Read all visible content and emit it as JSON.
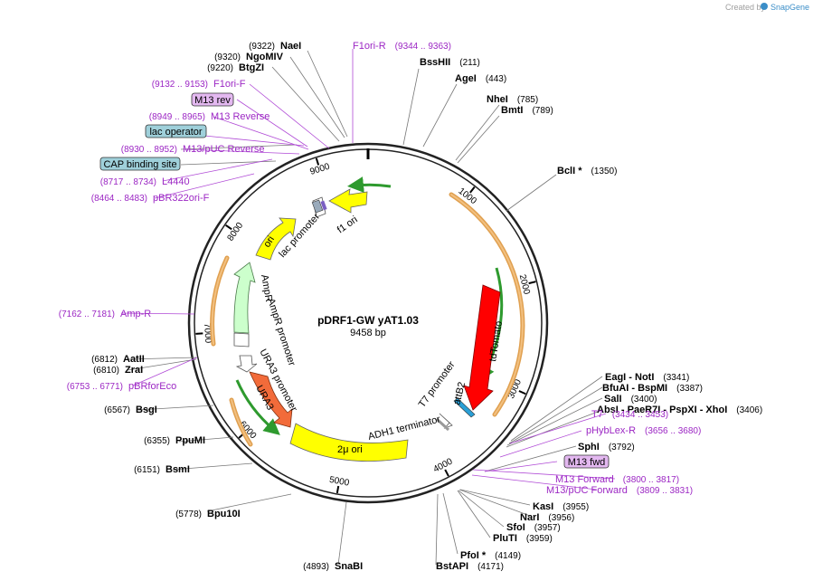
{
  "header": {
    "created_by": "Created by",
    "brand": "SnapGene",
    "brand_icon": "snapgene-icon"
  },
  "plasmid": {
    "name": "pDRF1-GW yAT1.03",
    "length_label": "9458 bp",
    "length": 9458
  },
  "ticks": [
    {
      "pos": 1000,
      "label": "1000"
    },
    {
      "pos": 2000,
      "label": "2000"
    },
    {
      "pos": 3000,
      "label": "3000"
    },
    {
      "pos": 4000,
      "label": "4000"
    },
    {
      "pos": 5000,
      "label": "5000"
    },
    {
      "pos": 6000,
      "label": "6000"
    },
    {
      "pos": 7000,
      "label": "7000"
    },
    {
      "pos": 8000,
      "label": "8000"
    },
    {
      "pos": 9000,
      "label": "9000"
    }
  ],
  "features": [
    {
      "name": "tdTomato",
      "label": "tdTomato",
      "color": "#ff0000"
    },
    {
      "name": "attB2",
      "label": "attB2",
      "color": "#2a9fd6"
    },
    {
      "name": "T7 promoter",
      "label": "T7 promoter",
      "color": "#ffffff"
    },
    {
      "name": "ADH1 terminator",
      "label": "ADH1 terminator",
      "color": "#999999"
    },
    {
      "name": "2μ ori",
      "label": "2μ ori",
      "color": "#ffff00"
    },
    {
      "name": "URA3",
      "label": "URA3",
      "color": "#f26b3a"
    },
    {
      "name": "URA3 promoter",
      "label": "URA3 promoter",
      "color": "#ffffff"
    },
    {
      "name": "AmpR promoter",
      "label": "AmpR promoter",
      "color": "#ffffff"
    },
    {
      "name": "AmpR",
      "label": "AmpR",
      "color": "#ccffcc"
    },
    {
      "name": "ori",
      "label": "ori",
      "color": "#ffff00"
    },
    {
      "name": "lac promoter",
      "label": "lac promoter",
      "color": "#ffffff"
    },
    {
      "name": "f1 ori",
      "label": "f1 ori",
      "color": "#ffff00"
    }
  ],
  "labels": [
    {
      "key": "NaeI",
      "name": "NaeI",
      "pos": "(9322)",
      "type": "enzyme",
      "anchor": 9322
    },
    {
      "key": "NgoMIV",
      "name": "NgoMIV",
      "pos": "(9320)",
      "type": "enzyme",
      "anchor": 9320
    },
    {
      "key": "BtgZI",
      "name": "BtgZI",
      "pos": "(9220)",
      "type": "enzyme",
      "anchor": 9220
    },
    {
      "key": "F1ori-R",
      "name": "F1ori-R",
      "pos": "(9344 .. 9363)",
      "type": "primer",
      "anchor": 9350
    },
    {
      "key": "BssHII",
      "name": "BssHII",
      "pos": "(211)",
      "type": "enzyme",
      "anchor": 211
    },
    {
      "key": "AgeI",
      "name": "AgeI",
      "pos": "(443)",
      "type": "enzyme",
      "anchor": 443
    },
    {
      "key": "NheI",
      "name": "NheI",
      "pos": "(785)",
      "type": "enzyme",
      "anchor": 785
    },
    {
      "key": "BmtI",
      "name": "BmtI",
      "pos": "(789)",
      "type": "enzyme",
      "anchor": 789
    },
    {
      "key": "BclI",
      "name": "BclI *",
      "pos": "(1350)",
      "type": "enzyme",
      "anchor": 1350
    },
    {
      "key": "F1ori-F",
      "name": "F1ori-F",
      "pos": "(9132 .. 9153)",
      "type": "primer",
      "anchor": 9140
    },
    {
      "key": "M13rev",
      "name": "M13 rev",
      "pos": "",
      "type": "primer-box",
      "anchor": 9040
    },
    {
      "key": "M13Reverse",
      "name": "M13 Reverse",
      "pos": "(8949 .. 8965)",
      "type": "primer",
      "anchor": 8957
    },
    {
      "key": "lacoperator",
      "name": "lac operator",
      "pos": "",
      "type": "feature-box",
      "anchor": 8990
    },
    {
      "key": "M13pUCReverse",
      "name": "M13/pUC Reverse",
      "pos": "(8930 .. 8952)",
      "type": "primer",
      "anchor": 8941
    },
    {
      "key": "CAP",
      "name": "CAP binding site",
      "pos": "",
      "type": "feature-box",
      "anchor": 8880
    },
    {
      "key": "L4440",
      "name": "L4440",
      "pos": "(8717 .. 8734)",
      "type": "primer",
      "anchor": 8725
    },
    {
      "key": "pBR322ori-F",
      "name": "pBR322ori-F",
      "pos": "(8464 .. 8483)",
      "type": "primer",
      "anchor": 8470
    },
    {
      "key": "Amp-R",
      "name": "Amp-R",
      "pos": "(7162 .. 7181)",
      "type": "primer",
      "anchor": 7170
    },
    {
      "key": "AatII",
      "name": "AatII",
      "pos": "(6812)",
      "type": "enzyme",
      "anchor": 6812
    },
    {
      "key": "ZraI",
      "name": "ZraI",
      "pos": "(6810)",
      "type": "enzyme",
      "anchor": 6810
    },
    {
      "key": "pBRforEco",
      "name": "pBRforEco",
      "pos": "(6753 .. 6771)",
      "type": "primer",
      "anchor": 6760
    },
    {
      "key": "BsgI",
      "name": "BsgI",
      "pos": "(6567)",
      "type": "enzyme",
      "anchor": 6567
    },
    {
      "key": "PpuMI",
      "name": "PpuMI",
      "pos": "(6355)",
      "type": "enzyme",
      "anchor": 6355
    },
    {
      "key": "BsmI",
      "name": "BsmI",
      "pos": "(6151)",
      "type": "enzyme",
      "anchor": 6151
    },
    {
      "key": "Bpu10I",
      "name": "Bpu10I",
      "pos": "(5778)",
      "type": "enzyme",
      "anchor": 5778
    },
    {
      "key": "SnaBI",
      "name": "SnaBI",
      "pos": "(4893)",
      "type": "enzyme",
      "anchor": 4893
    },
    {
      "key": "EagI",
      "name": "EagI  - NotI",
      "pos": "(3341)",
      "type": "enzyme",
      "anchor": 3341
    },
    {
      "key": "BfuAI",
      "name": "BfuAI  - BspMI",
      "pos": "(3387)",
      "type": "enzyme",
      "anchor": 3387
    },
    {
      "key": "SalI",
      "name": "SalI",
      "pos": "(3400)",
      "type": "enzyme",
      "anchor": 3400
    },
    {
      "key": "AbsI",
      "name": "AbsI  - PaeR7I  - PspXI  - XhoI",
      "pos": "(3406)",
      "type": "enzyme",
      "anchor": 3406
    },
    {
      "key": "T7",
      "name": "T7",
      "pos": "(3434 .. 3453)",
      "type": "primer",
      "anchor": 3440
    },
    {
      "key": "pHybLex-R",
      "name": "pHybLex-R",
      "pos": "(3656 .. 3680)",
      "type": "primer",
      "anchor": 3668
    },
    {
      "key": "SphI",
      "name": "SphI",
      "pos": "(3792)",
      "type": "enzyme",
      "anchor": 3792
    },
    {
      "key": "M13fwd",
      "name": "M13 fwd",
      "pos": "",
      "type": "primer-box",
      "anchor": 3800
    },
    {
      "key": "M13Forward",
      "name": "M13 Forward",
      "pos": "(3800 .. 3817)",
      "type": "primer",
      "anchor": 3808
    },
    {
      "key": "M13pUCForward",
      "name": "M13/pUC Forward",
      "pos": "(3809 .. 3831)",
      "type": "primer",
      "anchor": 3820
    },
    {
      "key": "KasI",
      "name": "KasI",
      "pos": "(3955)",
      "type": "enzyme",
      "anchor": 3955
    },
    {
      "key": "NarI",
      "name": "NarI",
      "pos": "(3956)",
      "type": "enzyme",
      "anchor": 3956
    },
    {
      "key": "SfoI",
      "name": "SfoI",
      "pos": "(3957)",
      "type": "enzyme",
      "anchor": 3957
    },
    {
      "key": "PluTI",
      "name": "PluTI",
      "pos": "(3959)",
      "type": "enzyme",
      "anchor": 3959
    },
    {
      "key": "PfoI",
      "name": "PfoI *",
      "pos": "(4149)",
      "type": "enzyme",
      "anchor": 4149
    },
    {
      "key": "BstAPI",
      "name": "BstAPI",
      "pos": "(4171)",
      "type": "enzyme",
      "anchor": 4171
    }
  ]
}
